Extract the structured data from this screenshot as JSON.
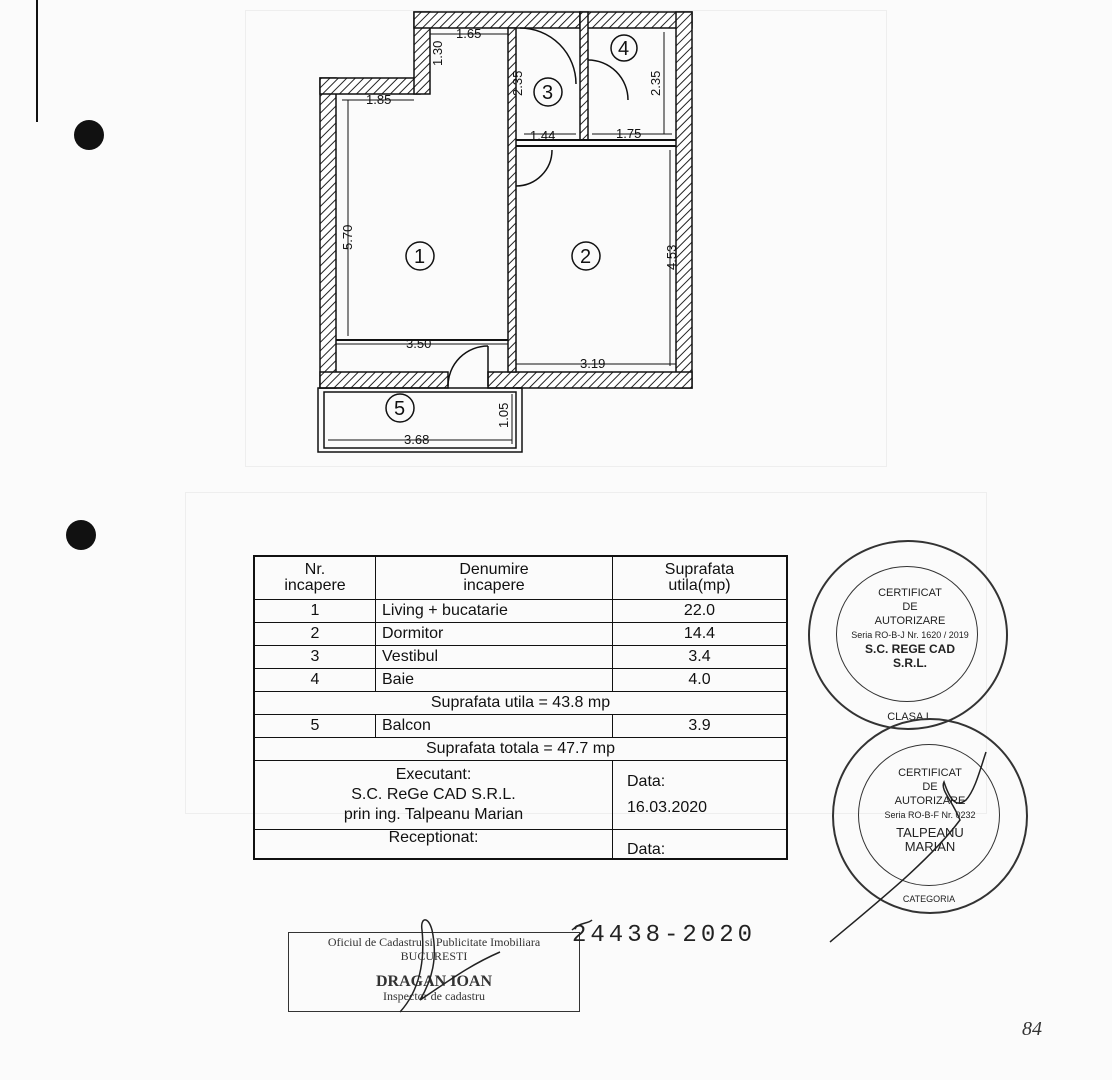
{
  "plan": {
    "rooms": [
      "1",
      "2",
      "3",
      "4",
      "5"
    ],
    "dimensions": {
      "d165": "1.65",
      "d130": "1.30",
      "d185": "1.85",
      "d570": "5.70",
      "d235a": "2.35",
      "d235b": "2.35",
      "d144": "1.44",
      "d175": "1.75",
      "d453": "4.53",
      "d350": "3.50",
      "d319": "3.19",
      "d368": "3.68",
      "d105": "1.05"
    }
  },
  "table": {
    "headers": {
      "nr": "Nr.\nincapere",
      "name": "Denumire\nincapere",
      "area": "Suprafata\nutila(mp)"
    },
    "rooms": [
      {
        "nr": "1",
        "name": "Living + bucatarie",
        "area": "22.0"
      },
      {
        "nr": "2",
        "name": "Dormitor",
        "area": "14.4"
      },
      {
        "nr": "3",
        "name": "Vestibul",
        "area": "3.4"
      },
      {
        "nr": "4",
        "name": "Baie",
        "area": "4.0"
      }
    ],
    "usable_total": "Suprafata utila = 43.8 mp",
    "balcony": {
      "nr": "5",
      "name": "Balcon",
      "area": "3.9"
    },
    "grand_total": "Suprafata totala = 47.7 mp",
    "executant_label": "Executant:",
    "executant_company": "S.C. ReGe CAD S.R.L.",
    "executant_person": "prin ing. Talpeanu Marian",
    "date_label": "Data:",
    "date_value": "16.03.2020",
    "received_label": "Receptionat:",
    "received_date_label": "Data:"
  },
  "stamp1": {
    "line1": "CERTIFICAT",
    "line2": "DE",
    "line3": "AUTORIZARE",
    "line4": "Seria RO-B-J Nr. 1620 / 2019",
    "line5": "S.C. REGE CAD S.R.L.",
    "line6": "CLASA I"
  },
  "stamp2": {
    "line1": "CERTIFICAT",
    "line2": "DE",
    "line3": "AUTORIZARE",
    "line4": "Seria RO-B-F Nr. 0232",
    "line5": "TALPEANU",
    "line6": "MARIAN",
    "line7": "CATEGORIA"
  },
  "office_stamp": {
    "line1": "Oficiul de Cadastru si Publicitate Imobiliara",
    "line2": "BUCURESTI",
    "line3": "DRAGAN IOAN",
    "line4": "Inspector de cadastru"
  },
  "registration": "24438-2020",
  "page_number": "84"
}
